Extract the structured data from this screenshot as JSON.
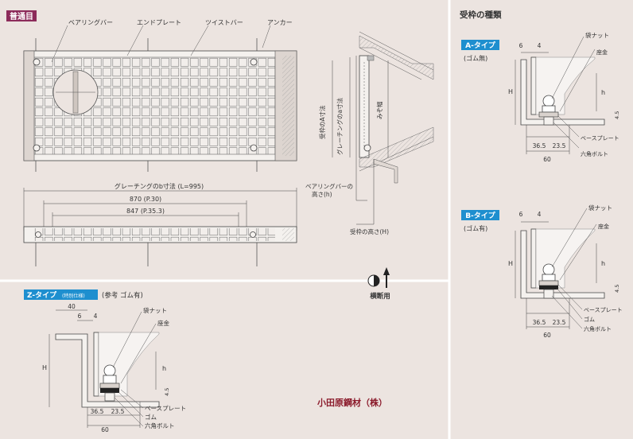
{
  "colors": {
    "background": "#ece4e0",
    "badge_purple": "#8c2b5a",
    "badge_blue": "#1e8fcf",
    "company_red": "#8b1a2b",
    "divider": "#ffffff"
  },
  "standard": {
    "badge": "普通目",
    "callouts": {
      "bearing_bar": "ベアリングバー",
      "end_plate": "エンドプレート",
      "twist_bar": "ツイストバー",
      "anchor": "アンカー"
    },
    "dims": {
      "grating_b": "グレーチングのb寸法 (L=995)",
      "p30": "870 (P.30)",
      "p35": "847 (P.35.3)"
    },
    "side": {
      "frame_a": "受枠のA寸法",
      "grating_a": "グレーチングのa寸法",
      "groove": "みぞ幅",
      "bearing_height_1": "ベアリングバーの",
      "bearing_height_2": "高さ(h)",
      "frame_height": "受枠の高さ(H)"
    },
    "cross_section_label": "横断用"
  },
  "frame_types": {
    "title": "受枠の種類",
    "a_type": {
      "badge": "A-タイプ",
      "note": "(ゴム無)",
      "labels": {
        "cap_nut": "袋ナット",
        "seat": "座金",
        "base_plate": "ベースプレート",
        "hex_bolt": "六角ボルト",
        "rubber": ""
      },
      "dims": {
        "d6": "6",
        "d4": "4",
        "H": "H",
        "h": "h",
        "d45": "4.5",
        "d365": "36.5",
        "d235": "23.5",
        "d60": "60"
      }
    },
    "b_type": {
      "badge": "B-タイプ",
      "note": "(ゴム有)",
      "labels": {
        "cap_nut": "袋ナット",
        "seat": "座金",
        "base_plate": "ベースプレート",
        "rubber": "ゴム",
        "hex_bolt": "六角ボルト"
      },
      "dims": {
        "d6": "6",
        "d4": "4",
        "H": "H",
        "h": "h",
        "d45": "4.5",
        "d365": "36.5",
        "d235": "23.5",
        "d60": "60"
      }
    },
    "z_type": {
      "badge": "Z-タイプ",
      "badge_sub": "(特別仕様)",
      "note": "(参考 ゴム有)",
      "labels": {
        "cap_nut": "袋ナット",
        "seat": "座金",
        "base_plate": "ベースプレート",
        "rubber": "ゴム",
        "hex_bolt": "六角ボルト"
      },
      "dims": {
        "d40": "40",
        "d6": "6",
        "d4": "4",
        "H": "H",
        "h": "h",
        "d45": "4.5",
        "d365": "36.5",
        "d235": "23.5",
        "d60": "60"
      }
    }
  },
  "company": "小田原鋼材（株）"
}
